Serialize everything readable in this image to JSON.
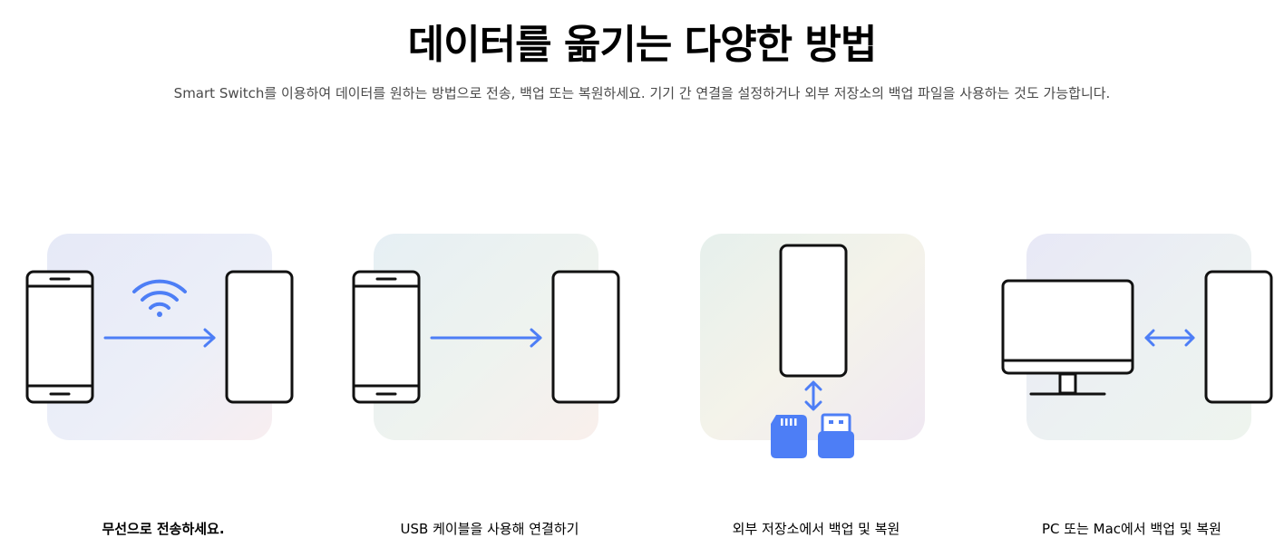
{
  "header": {
    "title": "데이터를 옮기는 다양한 방법",
    "subtitle": "Smart Switch를 이용하여 데이터를 원하는 방법으로 전송, 백업 또는 복원하세요. 기기 간 연결을 설정하거나 외부 저장소의 백업 파일을 사용하는 것도 가능합니다."
  },
  "methods": [
    {
      "label": "무선으로 전송하세요.",
      "icon": "wifi-icon"
    },
    {
      "label": "USB 케이블을 사용해 연결하기",
      "icon": "arrow-right-icon"
    },
    {
      "label": "외부 저장소에서 백업 및 복원",
      "icon": "sd-card-icon"
    },
    {
      "label": "PC 또는 Mac에서 백업 및 복원",
      "icon": "monitor-icon"
    }
  ],
  "colors": {
    "accent": "#4d7ef6",
    "outline": "#111111"
  }
}
